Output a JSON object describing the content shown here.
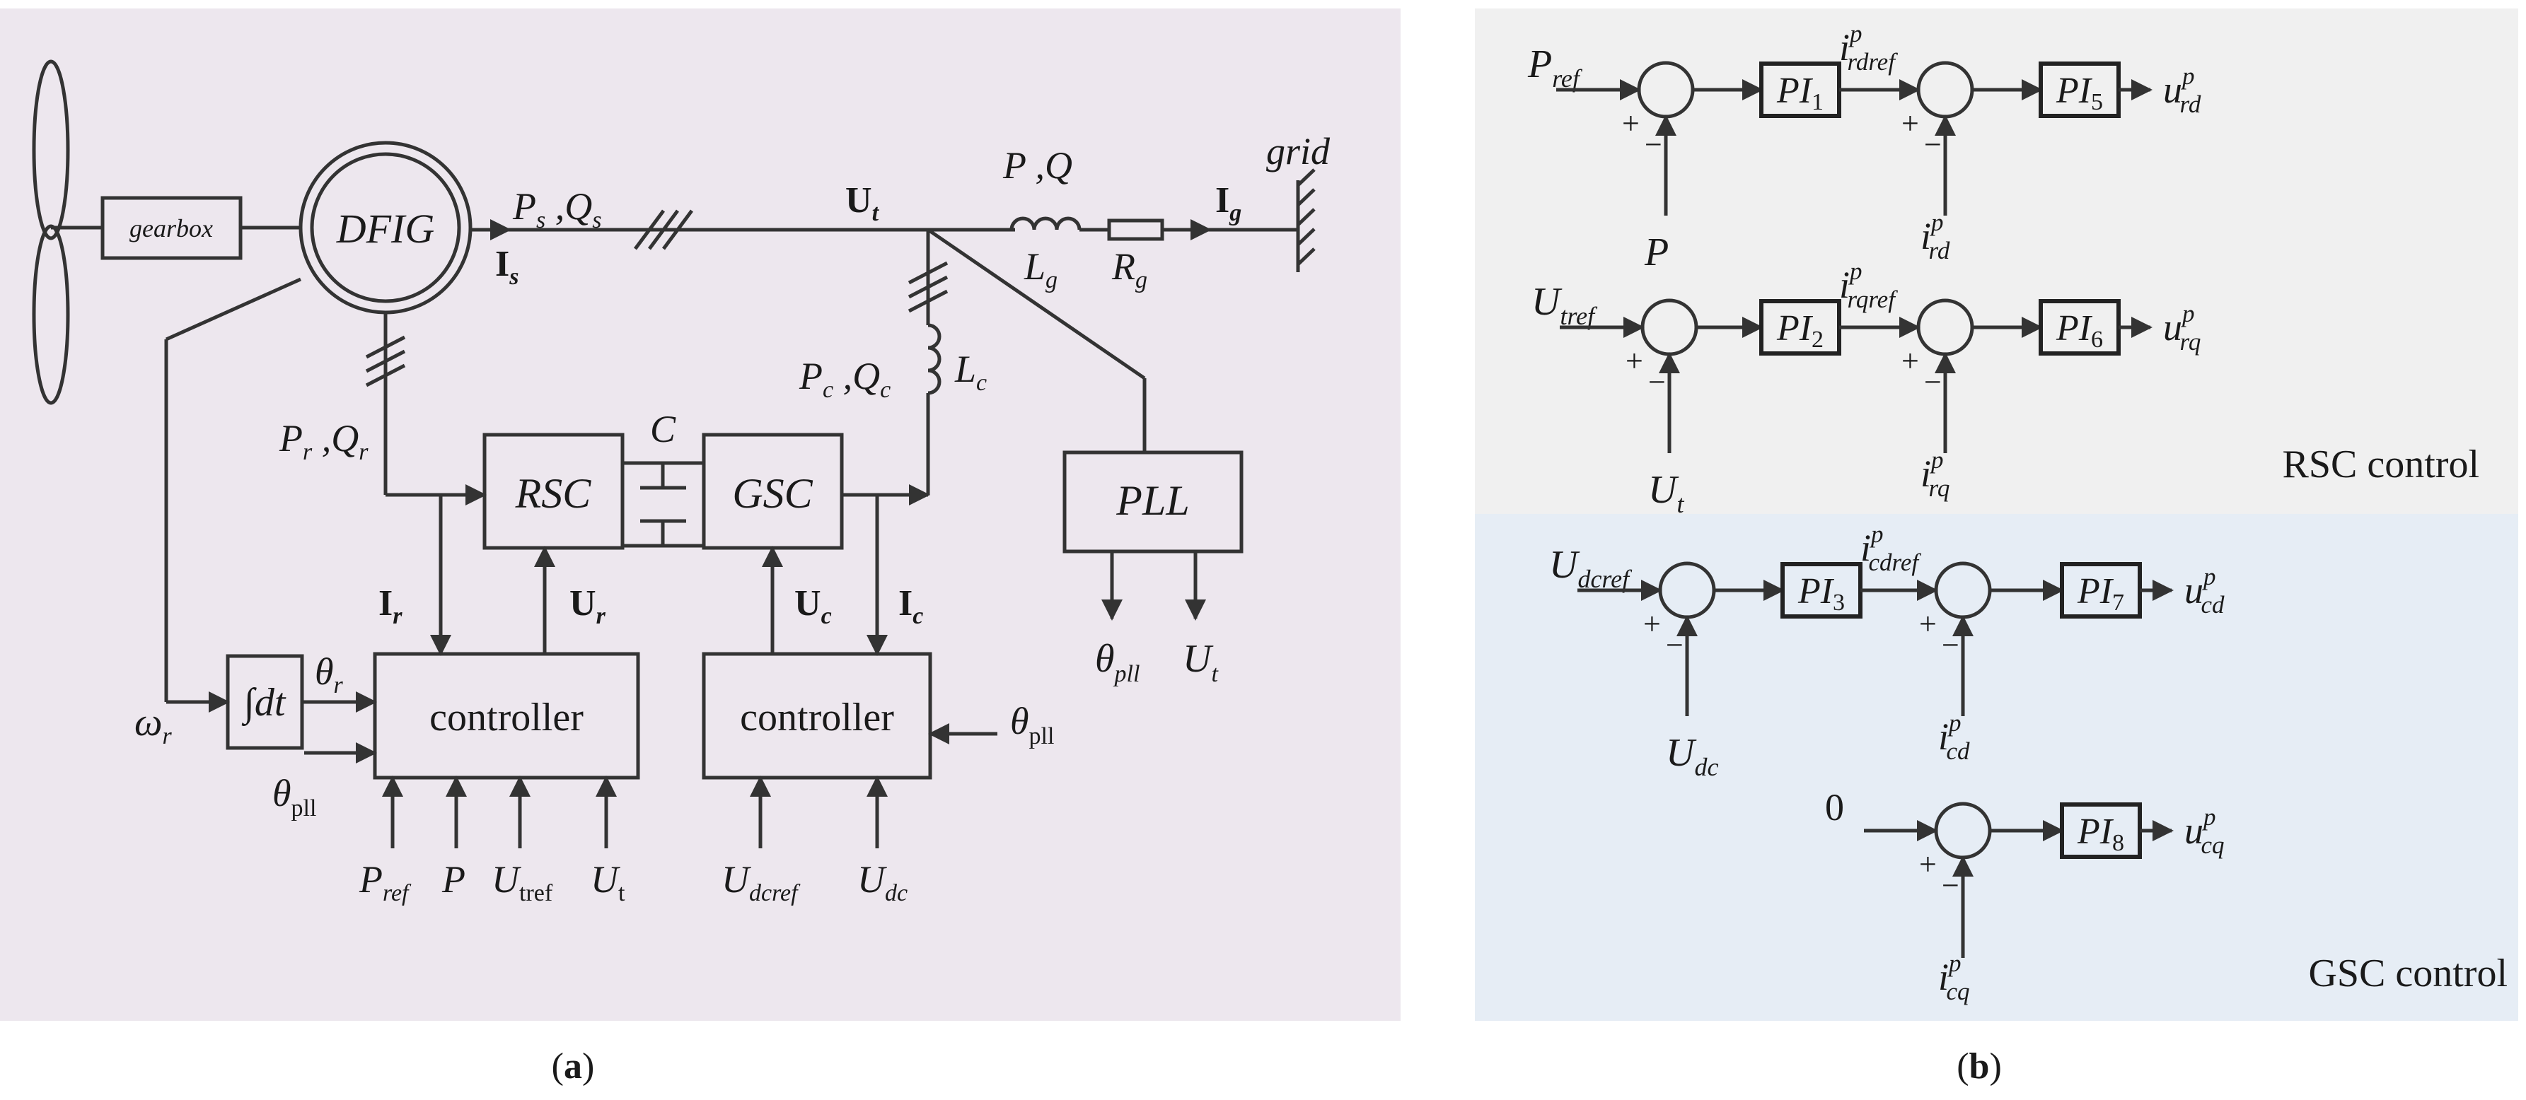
{
  "panel_a": {
    "background": "#ede7ee",
    "caption": "(a)",
    "blocks": {
      "gearbox": "gearbox",
      "dfig": "DFIG",
      "rsc": "RSC",
      "gsc": "GSC",
      "pll": "PLL",
      "controller_left": "controller",
      "controller_right": "controller",
      "integrator": "∫dt",
      "capacitor": "C",
      "grid": "grid"
    },
    "labels": {
      "ps": "P",
      "ps_sub": "s",
      "qs": "Q",
      "qs_sub": "s",
      "is": "I",
      "is_sub": "s",
      "ut": "U",
      "ut_sub": "t",
      "p_line": "P ,Q",
      "lg": "L",
      "lg_sub": "g",
      "rg": "R",
      "rg_sub": "g",
      "ig": "I",
      "ig_sub": "g",
      "pc": "P",
      "pc_sub": "c",
      "qc": "Q",
      "qc_sub": "c",
      "lc": "L",
      "lc_sub": "c",
      "pr": "P",
      "pr_sub": "r",
      "qr": "Q",
      "qr_sub": "r",
      "ir": "I",
      "ir_sub": "r",
      "ur": "U",
      "ur_sub": "r",
      "uc": "U",
      "uc_sub": "c",
      "ic": "I",
      "ic_sub": "c",
      "theta_pll_out": "θ",
      "theta_pll_out_sub": "pll",
      "ut_out": "U",
      "ut_out_sub": "t",
      "omega": "ω",
      "omega_sub": "r",
      "theta_r": "θ",
      "theta_r_sub": "r",
      "theta_pll_left": "θ",
      "theta_pll_left_sub": "pll",
      "theta_pll_right": "θ",
      "theta_pll_right_sub": "pll",
      "pref": "P",
      "pref_sub": "ref",
      "p_in": "P",
      "utref": "U",
      "utref_sub": "tref",
      "ut_in": "U",
      "ut_in_sub": "t",
      "udcref": "U",
      "udcref_sub": "dcref",
      "udc": "U",
      "udc_sub": "dc"
    }
  },
  "panel_b": {
    "caption": "(b)",
    "rsc_background": "#f0f0f0",
    "gsc_background": "#e6edf5",
    "rsc_label": "RSC control",
    "gsc_label": "GSC control",
    "plus": "+",
    "minus": "−",
    "rows": [
      {
        "ref": "P",
        "ref_sub": "ref",
        "fb": "P",
        "fb_sub": "",
        "pi1": "PI",
        "pi1_sub": "1",
        "mid": "i",
        "mid_sup": "p",
        "mid_sub": "rdref",
        "fb2": "i",
        "fb2_sup": "p",
        "fb2_sub": "rd",
        "pi2": "PI",
        "pi2_sub": "5",
        "out": "u",
        "out_sup": "p",
        "out_sub": "rd"
      },
      {
        "ref": "U",
        "ref_sub": "tref",
        "fb": "U",
        "fb_sub": "t",
        "pi1": "PI",
        "pi1_sub": "2",
        "mid": "i",
        "mid_sup": "p",
        "mid_sub": "rqref",
        "fb2": "i",
        "fb2_sup": "p",
        "fb2_sub": "rq",
        "pi2": "PI",
        "pi2_sub": "6",
        "out": "u",
        "out_sup": "p",
        "out_sub": "rq"
      },
      {
        "ref": "U",
        "ref_sub": "dcref",
        "fb": "U",
        "fb_sub": "dc",
        "pi1": "PI",
        "pi1_sub": "3",
        "mid": "i",
        "mid_sup": "p",
        "mid_sub": "cdref",
        "fb2": "i",
        "fb2_sup": "p",
        "fb2_sub": "cd",
        "pi2": "PI",
        "pi2_sub": "7",
        "out": "u",
        "out_sup": "p",
        "out_sub": "cd"
      }
    ],
    "row4": {
      "ref": "0",
      "fb2": "i",
      "fb2_sup": "p",
      "fb2_sub": "cq",
      "pi2": "PI",
      "pi2_sub": "8",
      "out": "u",
      "out_sup": "p",
      "out_sub": "cq"
    }
  }
}
